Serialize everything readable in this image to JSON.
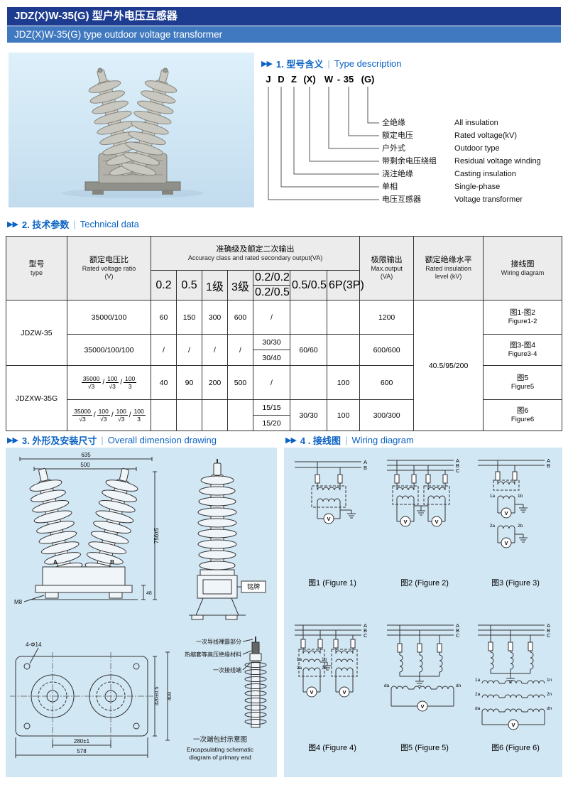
{
  "colors": {
    "header_bar_dark": "#1d3c8f",
    "header_bar_light": "#4079bf",
    "heading_blue": "#0b62c4",
    "panel_blue": "#d2e7f4",
    "table_header_bg": "#ececec"
  },
  "header": {
    "title_cn": "JDZ(X)W-35(G) 型户外电压互感器",
    "title_en": "JDZ(X)W-35(G) type outdoor voltage transformer"
  },
  "headings": {
    "marker": "▶▶",
    "sep": "|",
    "s1_cn": "1. 型号含义",
    "s1_en": "Type description",
    "s2_cn": "2. 技术参数",
    "s2_en": "Technical data",
    "s3_cn": "3. 外形及安装尺寸",
    "s3_en": "Overall dimension drawing",
    "s4_cn": "4 . 接线图",
    "s4_en": "Wiring diagram"
  },
  "type_desc": {
    "code": [
      "J",
      "D",
      "Z",
      "(X)",
      "W",
      "-",
      "35",
      "(G)"
    ],
    "legend": [
      {
        "cn": "全绝缘",
        "en": "All insulation"
      },
      {
        "cn": "额定电压",
        "en": "Rated voltage(kV)"
      },
      {
        "cn": "户外式",
        "en": "Outdoor type"
      },
      {
        "cn": "带剩余电压绕组",
        "en": "Residual voltage winding"
      },
      {
        "cn": "浇注绝缘",
        "en": "Casting insulation"
      },
      {
        "cn": "单相",
        "en": "Single-phase"
      },
      {
        "cn": "电压互感器",
        "en": "Voltage transformer"
      }
    ]
  },
  "table": {
    "sep": "/",
    "h": {
      "type_cn": "型号",
      "type_en": "type",
      "ratio_cn": "额定电压比",
      "ratio_en": "Rated voltage ratio",
      "ratio_u": "(V)",
      "acc_cn": "准确级及额定二次输出",
      "acc_en": "Accuracy class and rated secondary output(VA)",
      "a02": "0.2",
      "a05": "0.5",
      "a1": "1级",
      "a3": "3级",
      "asplit_t": "0.2/0.2",
      "asplit_b": "0.2/0.5",
      "a55": "0.5/0.5",
      "a6p": "6P(3P)",
      "max_cn": "极限输出",
      "max_en": "Max.output",
      "max_u": "(VA)",
      "ins_cn": "额定绝缘水平",
      "ins_en": "Rated insulation",
      "ins_u": "level (kV)",
      "wir_cn": "接线图",
      "wir_en": "Wiring diagram"
    },
    "type1": "JDZW-35",
    "type2": "JDZXW-35G",
    "insulation": "40.5/95/200",
    "r1": {
      "ratio": "35000/100",
      "a02": "60",
      "a05": "150",
      "a1": "300",
      "a3": "600",
      "sp": "/",
      "max": "1200",
      "wcn": "图1-图2",
      "wen": "Figure1-2"
    },
    "r2": {
      "ratio": "35000/100/100",
      "a02": "/",
      "a05": "/",
      "a1": "/",
      "a3": "/",
      "spt": "30/30",
      "spb": "30/40",
      "a55": "60/60",
      "max": "600/600",
      "wcn": "图3-图4",
      "wen": "Figure3-4"
    },
    "r3": {
      "f": [
        [
          "35000",
          "√3"
        ],
        [
          "100",
          "√3"
        ],
        [
          "100",
          "3"
        ]
      ],
      "a02": "40",
      "a05": "90",
      "a1": "200",
      "a3": "500",
      "sp": "/",
      "a6p": "100",
      "max": "600",
      "wcn": "图5",
      "wen": "Figure5"
    },
    "r4": {
      "f": [
        [
          "35000",
          "√3"
        ],
        [
          "100",
          "√3"
        ],
        [
          "100",
          "√3"
        ],
        [
          "100",
          "3"
        ]
      ],
      "spt": "15/15",
      "spb": "15/20",
      "a55": "30/30",
      "a6p": "100",
      "max": "300/300",
      "wcn": "图6",
      "wen": "Figure6"
    }
  },
  "dims": {
    "front": {
      "d635": "635",
      "d500": "500",
      "d756": "756±5",
      "m8": "M8",
      "d48": "48",
      "a": "A",
      "b": "B"
    },
    "side": {
      "nameplate": "铭牌"
    },
    "top": {
      "holes": "4-Φ14",
      "d320": "320±0.5",
      "d400": "400",
      "d280": "280±1",
      "d578": "578"
    },
    "encap": {
      "a1": "一次导线裸露部分",
      "a2": "热缩套等高压绝缘材料",
      "a3": "一次接线端",
      "cap_cn": "一次端包封示意图",
      "cap_en1": "Encapsulating schematic",
      "cap_en2": "diagram of primary end"
    }
  },
  "wiring": {
    "vm": "V",
    "figures": [
      {
        "caption": "图1 (Figure 1)",
        "buses": [
          "A",
          "B"
        ],
        "terminals": []
      },
      {
        "caption": "图2 (Figure 2)",
        "buses": [
          "A",
          "B",
          "C"
        ],
        "terminals": []
      },
      {
        "caption": "图3 (Figure 3)",
        "buses": [
          "A",
          "B"
        ],
        "terminals": [
          "1a",
          "1b",
          "2a",
          "2b"
        ]
      },
      {
        "caption": "图4 (Figure 4)",
        "buses": [
          "A",
          "B",
          "C"
        ],
        "terminals": [
          "1a",
          "1b",
          "2a",
          "2b"
        ]
      },
      {
        "caption": "图5 (Figure 5)",
        "buses": [
          "A",
          "B",
          "C"
        ],
        "terminals": [
          "da",
          "dn"
        ]
      },
      {
        "caption": "图6 (Figure 6)",
        "buses": [
          "A",
          "B",
          "C"
        ],
        "terminals": [
          "1a",
          "1n",
          "2a",
          "2n",
          "da",
          "dn"
        ]
      }
    ]
  }
}
